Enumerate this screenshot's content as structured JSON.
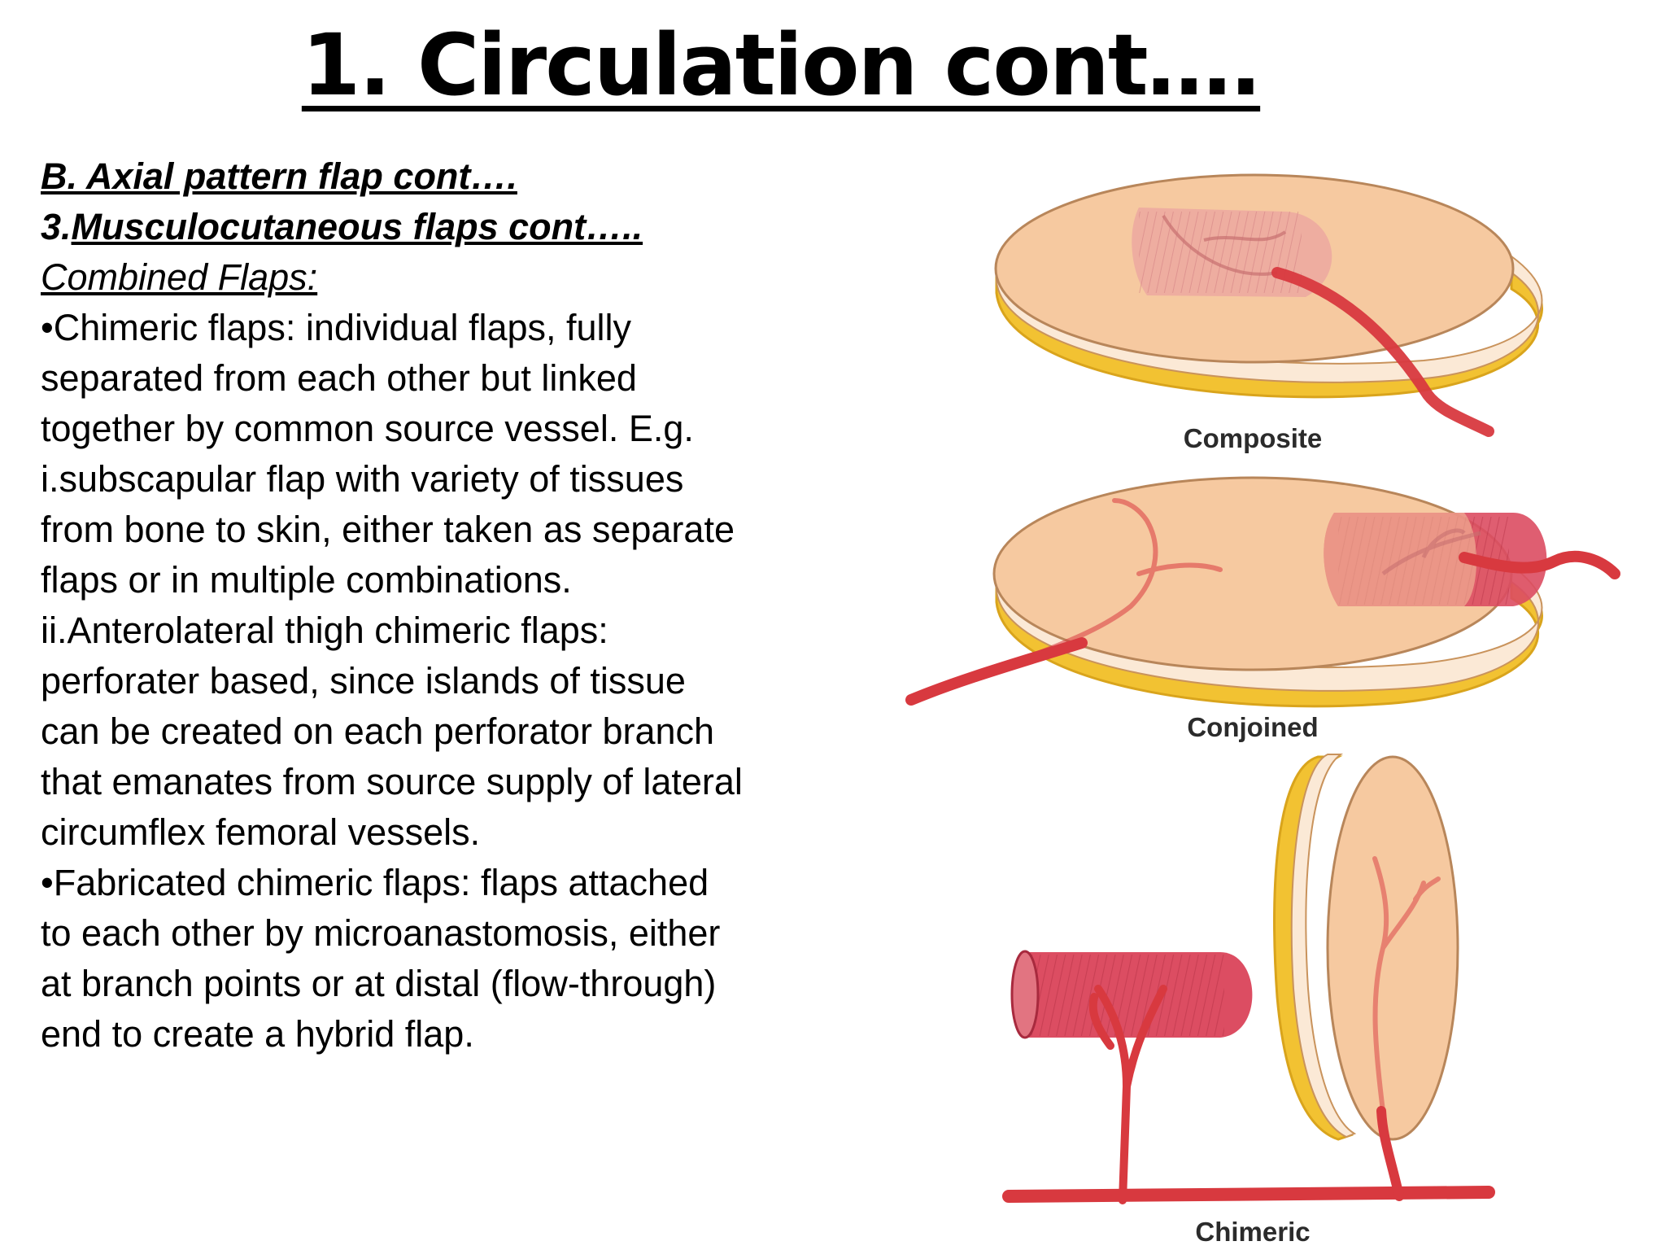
{
  "title": "1. Circulation cont….",
  "content": {
    "heading_axial": "B. Axial pattern flap cont….",
    "heading_musc_number": "3.",
    "heading_musc_text": "Musculocutaneous flaps cont….. ",
    "heading_combined": "Combined Flaps:",
    "lines": [
      "•Chimeric flaps: individual flaps, fully",
      "separated from each other but linked",
      "together by common source vessel. E.g.",
      "i.subscapular flap with variety of tissues",
      "from bone to skin, either taken as separate",
      "flaps or in multiple combinations.",
      "ii.Anterolateral thigh chimeric flaps:",
      "perforater based, since islands of tissue",
      "can be created on each perforator branch",
      "that emanates from source supply of lateral",
      "circumflex femoral vessels.",
      "•Fabricated chimeric flaps: flaps attached",
      "to each other by microanastomosis, either",
      "at branch points or at distal (flow-through)",
      "end to create a hybrid flap."
    ]
  },
  "figure": {
    "captions": {
      "composite": "Composite",
      "conjoined": "Conjoined",
      "chimeric": "Chimeric"
    }
  },
  "colors": {
    "skin": "#f6c9a0",
    "fat": "#f2c232",
    "muscle": "#dc4d62",
    "vessel": "#d8393f"
  }
}
